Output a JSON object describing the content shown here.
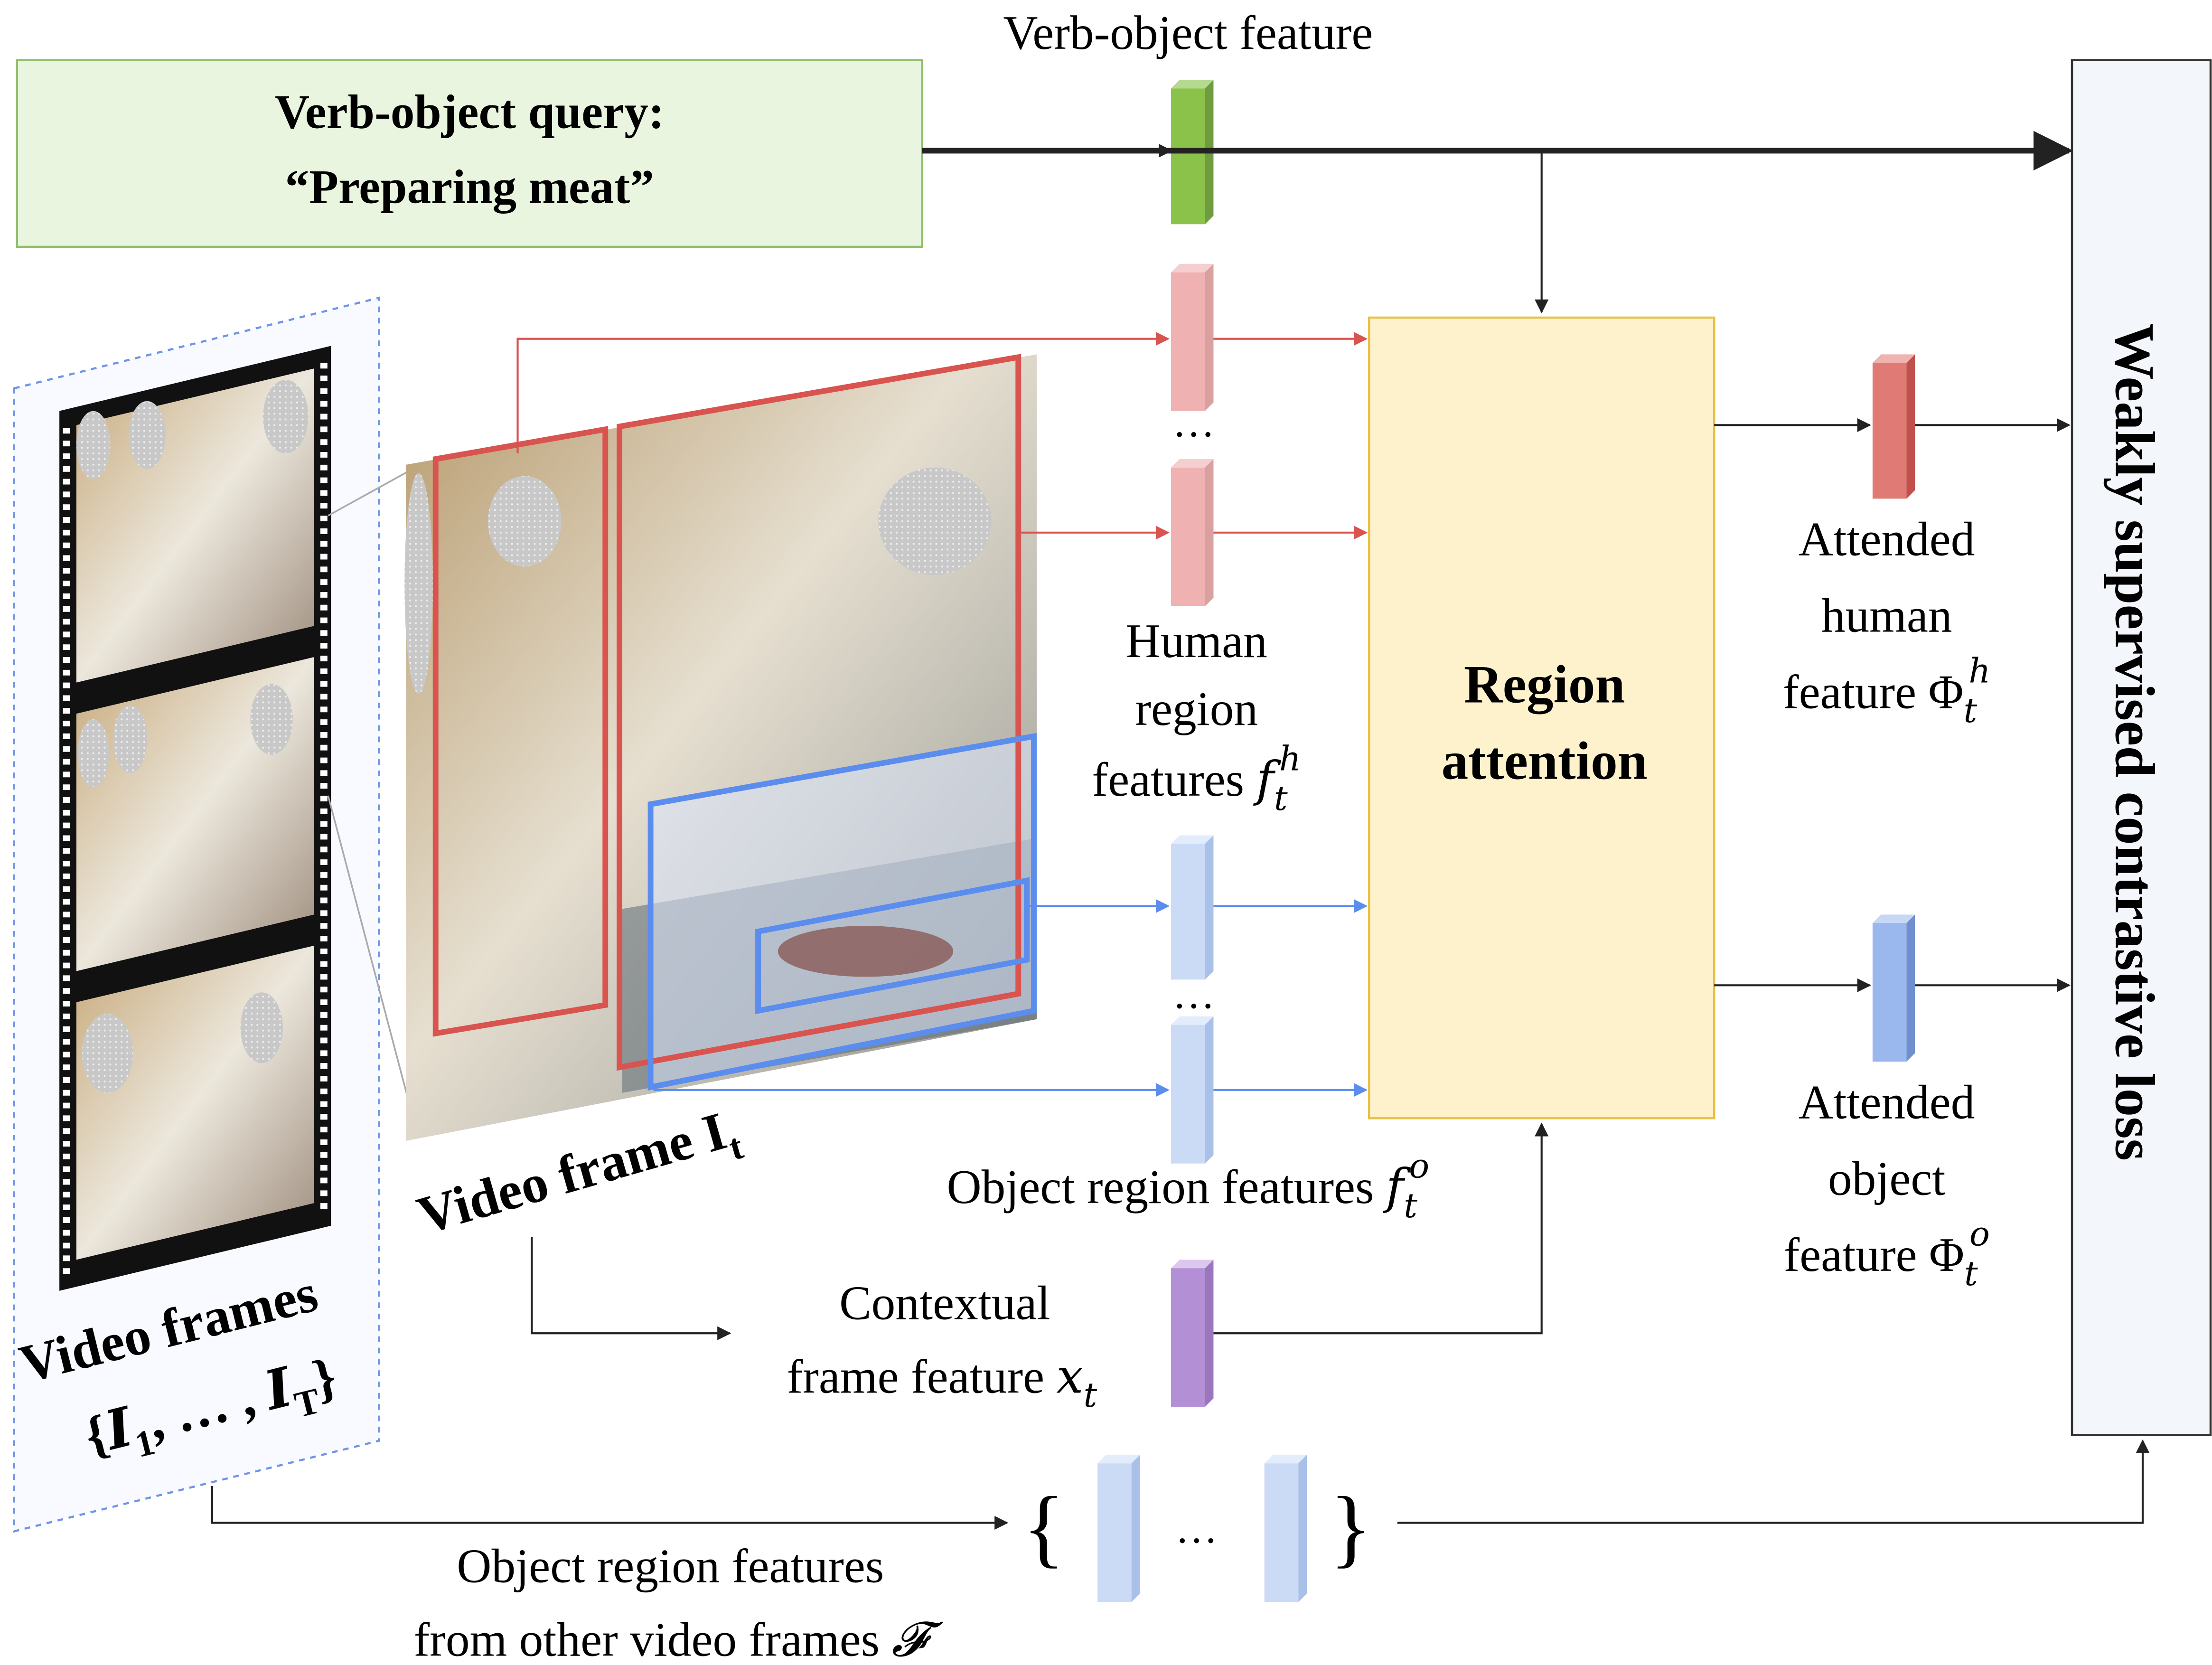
{
  "query_box": {
    "line1": "Verb-object query:",
    "line2": "“Preparing meat”"
  },
  "verb_object_feature_label": "Verb-object feature",
  "region_attention": {
    "line1": "Region",
    "line2": "attention"
  },
  "loss_box": "Weakly supervised contrastive loss",
  "human_region": {
    "line1": "Human",
    "line2": "region",
    "line3_prefix": "features ",
    "symbol": "f",
    "sub": "t",
    "sup": "h"
  },
  "object_region": {
    "prefix": "Object region features ",
    "symbol": "f",
    "sub": "t",
    "sup": "o"
  },
  "attended_human": {
    "line1": "Attended",
    "line2": "human",
    "line3_prefix": "feature ",
    "symbol": "Φ",
    "sub": "t",
    "sup": "h"
  },
  "attended_object": {
    "line1": "Attended",
    "line2": "object",
    "line3_prefix": "feature ",
    "symbol": "Φ",
    "sub": "t",
    "sup": "o"
  },
  "contextual": {
    "line1": "Contextual",
    "line2_prefix": "frame feature ",
    "symbol": "x",
    "sub": "t"
  },
  "video_frame": {
    "prefix": "Video frame ",
    "symbol": "I",
    "sub": "t"
  },
  "video_frames": {
    "line1": "Video frames",
    "open": "{",
    "first": "I",
    "first_sub": "1",
    "middle": ", … , ",
    "last": "I",
    "last_sub": "T",
    "close": "}"
  },
  "other_frames": {
    "line1": "Object region features",
    "line2_prefix": "from other video frames ",
    "symbol": "𝓕"
  },
  "ellipsis": "…",
  "brace_open": "{",
  "brace_close": "}",
  "colors": {
    "human": "#d9534f",
    "object": "#5b8def",
    "verb": "#8bc34a",
    "context": "#b38fd6",
    "query_fill": "#eaf5e0",
    "attention_fill": "#fdf2cc",
    "loss_fill": "#f3f6fb"
  }
}
